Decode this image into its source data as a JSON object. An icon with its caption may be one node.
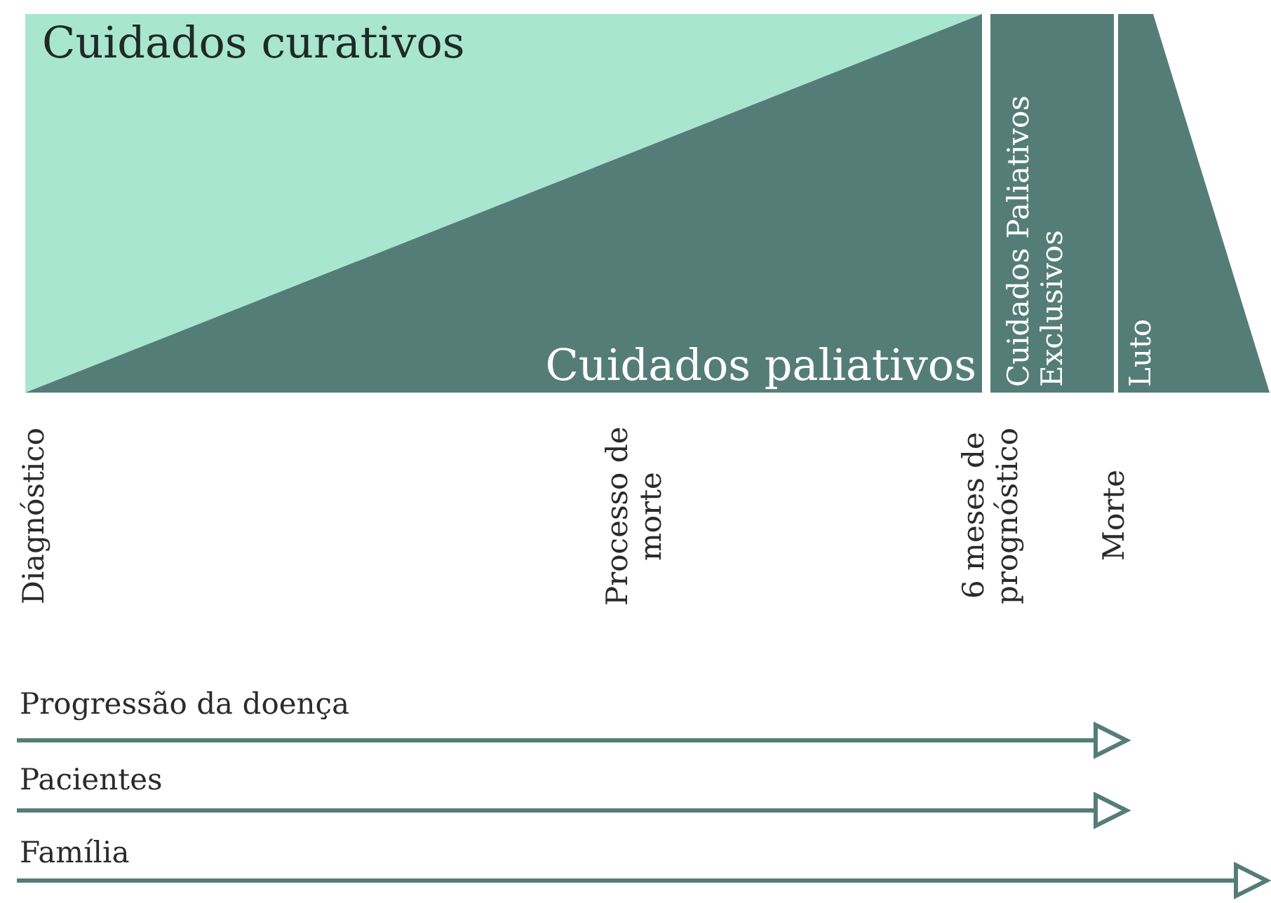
{
  "diagram": {
    "nodes": [
      {
        "text": [
          "Cuidados curativos"
        ]
      },
      {
        "text": [
          "Cuidados paliativos"
        ]
      },
      {
        "text": [
          "Cuidados Paliativos Exclusivos"
        ]
      },
      {
        "text": [
          "Luto"
        ]
      }
    ],
    "labels": [
      "Diagnóstico",
      "Processo de morte",
      "6 meses de prognóstico",
      "Morte",
      "Progressão da doença",
      "Pacientes",
      "Família"
    ]
  }
}
